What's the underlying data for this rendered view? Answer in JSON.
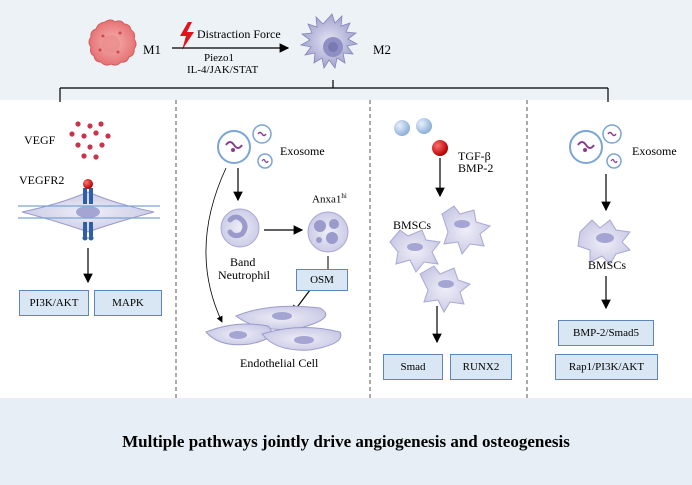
{
  "top": {
    "m1_label": "M1",
    "m2_label": "M2",
    "force_label": "Distraction Force",
    "pathway_line1": "Piezo1",
    "pathway_line2": "IL-4/JAK/STAT"
  },
  "panel1": {
    "vegf_label": "VEGF",
    "vegfr2_label": "VEGFR2",
    "box_pi3k": "PI3K/AKT",
    "box_mapk": "MAPK"
  },
  "panel2": {
    "exosome_label": "Exosome",
    "anxa1_label": "Anxa1",
    "anxa1_superscript": "hi",
    "band_line1": "Band",
    "band_line2": "Neutrophil",
    "box_osm": "OSM",
    "endothelial_label": "Endothelial Cell"
  },
  "panel3": {
    "tgfb_label": "TGF-β",
    "bmp2_label": "BMP-2",
    "bmscs_label": "BMSCs",
    "box_smad": "Smad",
    "box_runx2": "RUNX2"
  },
  "panel4": {
    "exosome_label": "Exosome",
    "bmscs_label": "BMSCs",
    "box_bmp": "BMP-2/Smad5",
    "box_rap1": "Rap1/PI3K/AKT"
  },
  "caption": "Multiple pathways jointly drive angiogenesis and osteogenesis",
  "colors": {
    "m1_cell": "#e8797a",
    "m2_cell": "#b3b3d9",
    "box_fill": "#d9e6f3",
    "box_border": "#5d87b7",
    "caption_bg": "#e8eef5",
    "top_bg": "#edf2f7"
  }
}
